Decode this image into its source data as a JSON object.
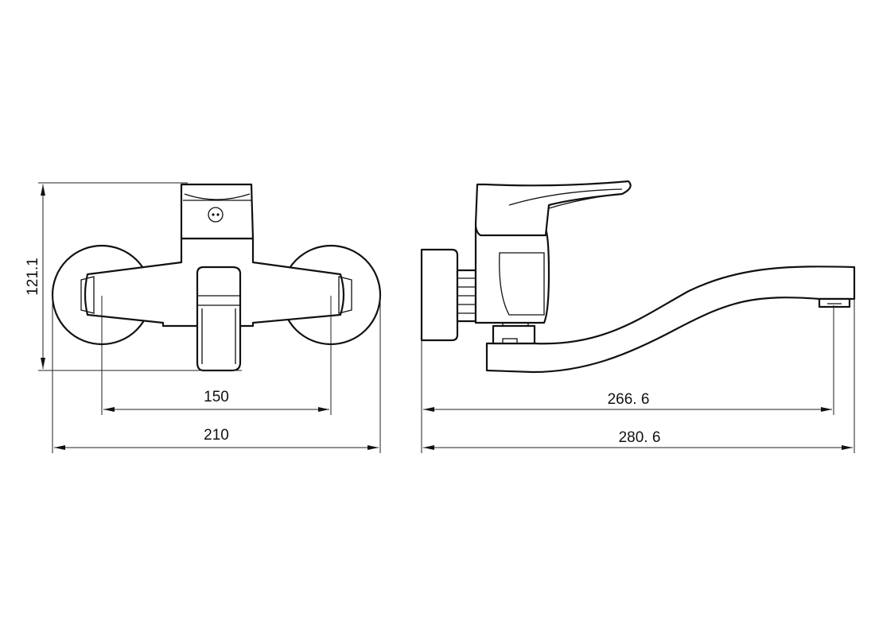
{
  "front_view": {
    "height_label": "121.1",
    "inner_width_label": "150",
    "outer_width_label": "210"
  },
  "side_view": {
    "inner_length_label": "266. 6",
    "outer_length_label": "280. 6"
  }
}
